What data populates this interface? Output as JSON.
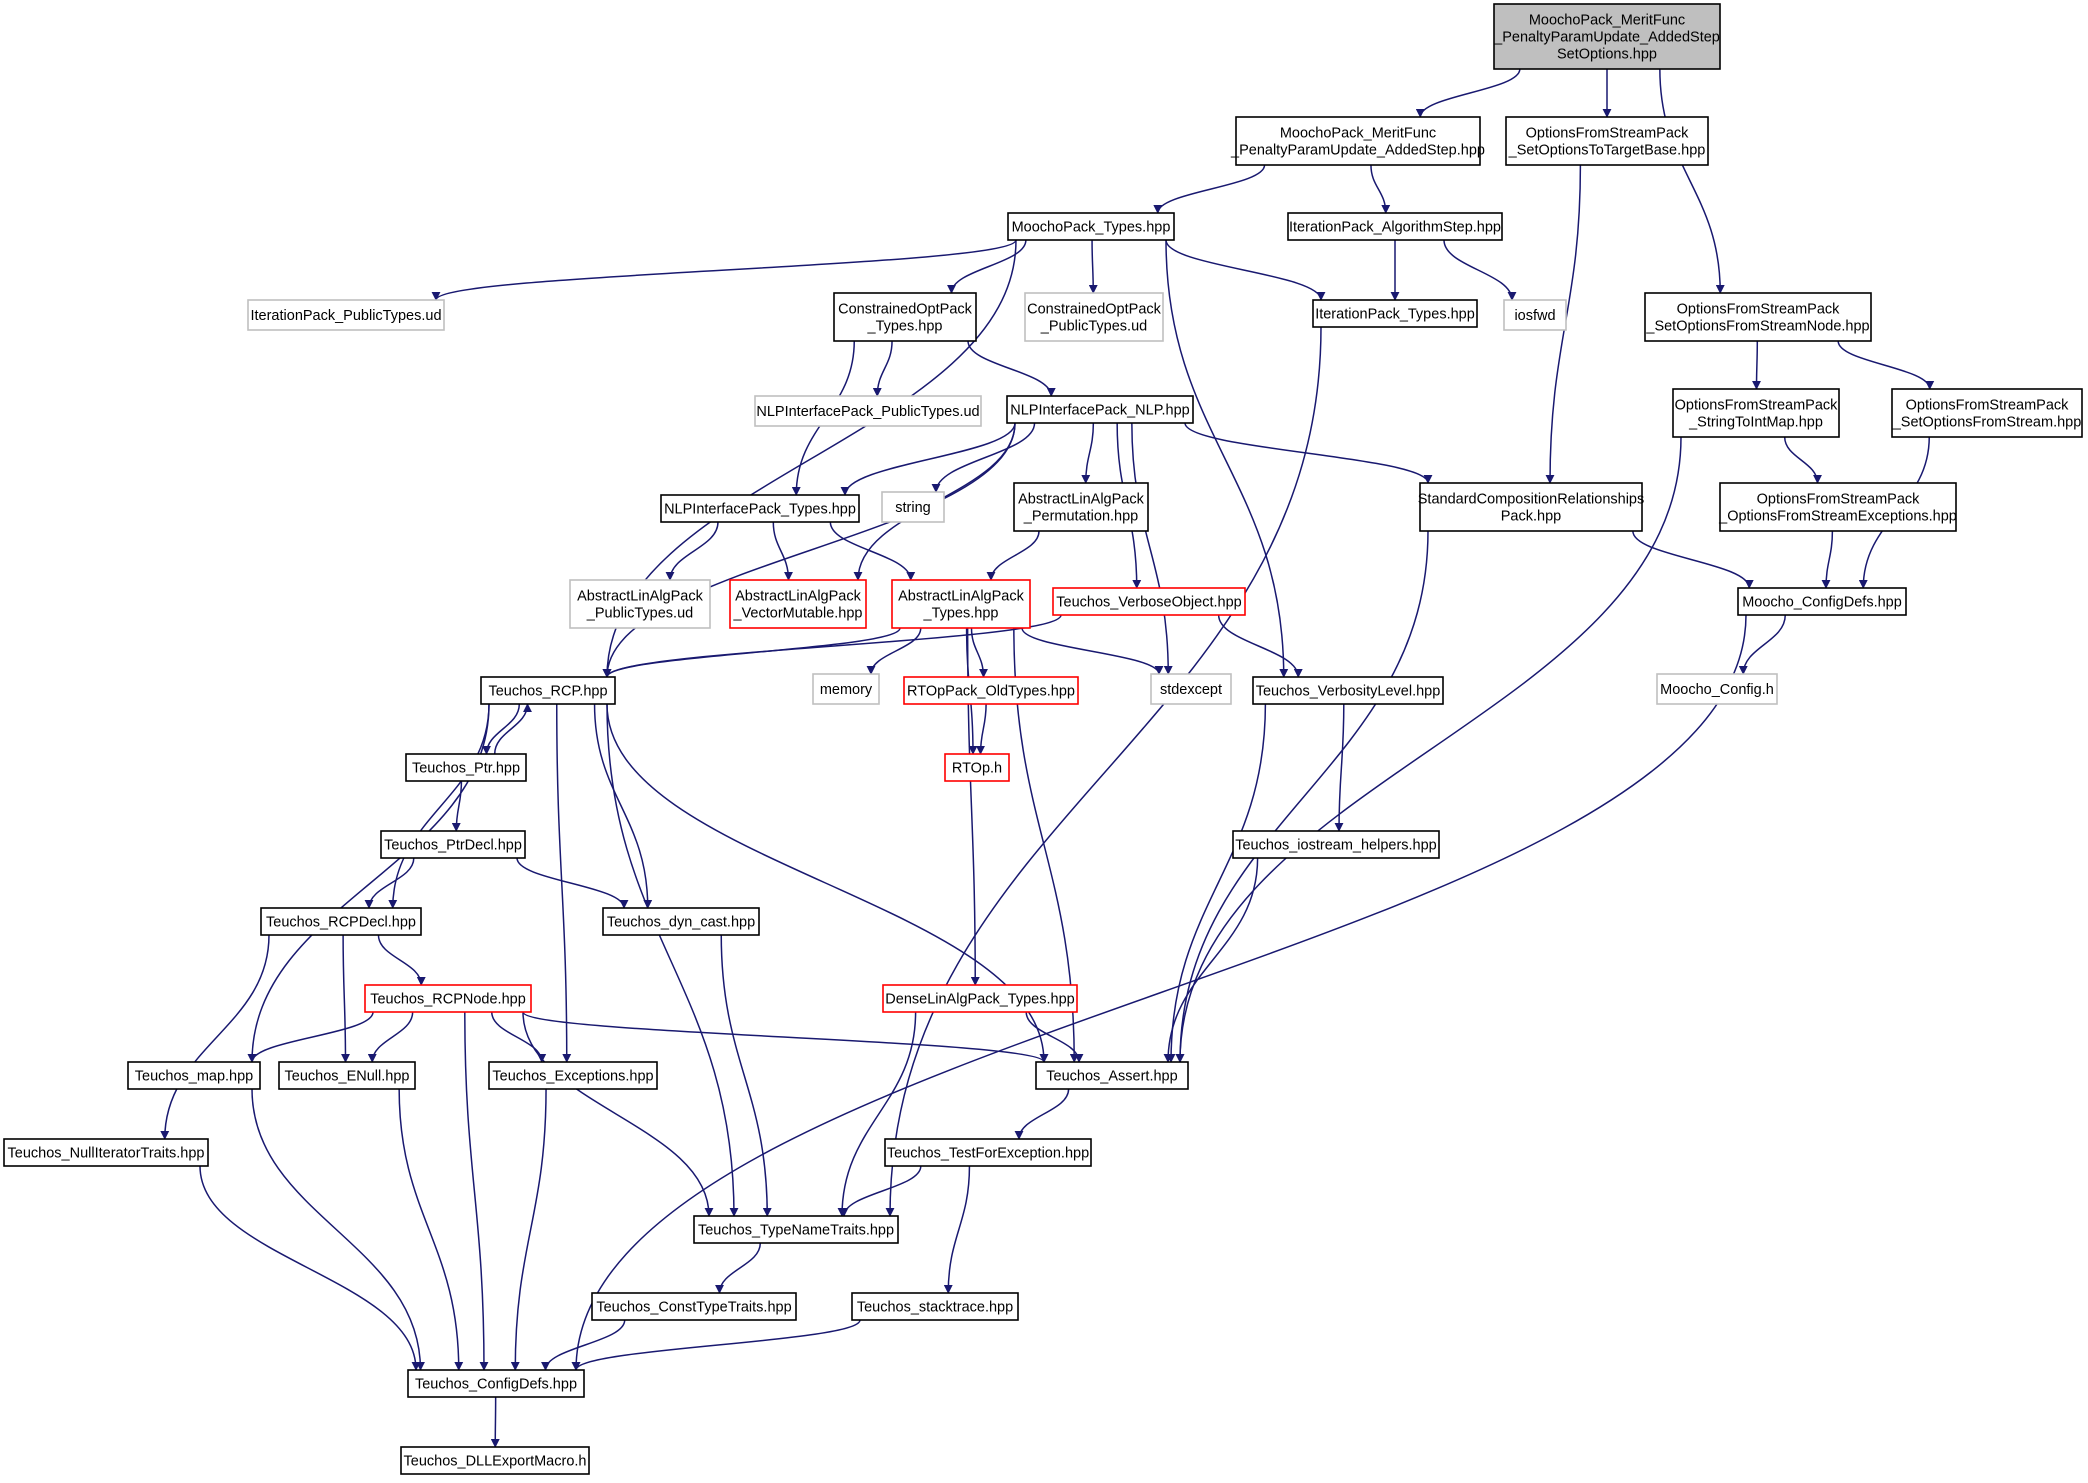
{
  "colors": {
    "edge": "#191970",
    "root_fill": "#bfbfbf",
    "truncated_border": "#ff0000",
    "external_border": "#bfbfbf"
  },
  "nodes": [
    {
      "id": "root",
      "lines": [
        "MoochoPack_MeritFunc",
        "_PenaltyParamUpdate_AddedStep",
        "SetOptions.hpp"
      ],
      "kind": "root"
    },
    {
      "id": "mfpp",
      "lines": [
        "MoochoPack_MeritFunc",
        "_PenaltyParamUpdate_AddedStep.hpp"
      ],
      "kind": "normal"
    },
    {
      "id": "ofstb",
      "lines": [
        "OptionsFromStreamPack",
        "_SetOptionsToTargetBase.hpp"
      ],
      "kind": "normal"
    },
    {
      "id": "ofsn",
      "lines": [
        "OptionsFromStreamPack",
        "_SetOptionsFromStreamNode.hpp"
      ],
      "kind": "normal"
    },
    {
      "id": "mtypes",
      "lines": [
        "MoochoPack_Types.hpp"
      ],
      "kind": "normal"
    },
    {
      "id": "ipas",
      "lines": [
        "IterationPack_AlgorithmStep.hpp"
      ],
      "kind": "normal"
    },
    {
      "id": "ippub",
      "lines": [
        "IterationPack_PublicTypes.ud"
      ],
      "kind": "ext"
    },
    {
      "id": "cotypes",
      "lines": [
        "ConstrainedOptPack",
        "_Types.hpp"
      ],
      "kind": "normal"
    },
    {
      "id": "copub",
      "lines": [
        "ConstrainedOptPack",
        "_PublicTypes.ud"
      ],
      "kind": "ext"
    },
    {
      "id": "iptypes",
      "lines": [
        "IterationPack_Types.hpp"
      ],
      "kind": "normal"
    },
    {
      "id": "iosfwd",
      "lines": [
        "iosfwd"
      ],
      "kind": "ext"
    },
    {
      "id": "nlppub",
      "lines": [
        "NLPInterfacePack_PublicTypes.ud"
      ],
      "kind": "ext"
    },
    {
      "id": "nlp",
      "lines": [
        "NLPInterfacePack_NLP.hpp"
      ],
      "kind": "normal"
    },
    {
      "id": "stim",
      "lines": [
        "OptionsFromStreamPack",
        "_StringToIntMap.hpp"
      ],
      "kind": "normal"
    },
    {
      "id": "sofs",
      "lines": [
        "OptionsFromStreamPack",
        "_SetOptionsFromStream.hpp"
      ],
      "kind": "normal"
    },
    {
      "id": "nlptypes",
      "lines": [
        "NLPInterfacePack_Types.hpp"
      ],
      "kind": "normal"
    },
    {
      "id": "string",
      "lines": [
        "string"
      ],
      "kind": "ext"
    },
    {
      "id": "alperm",
      "lines": [
        "AbstractLinAlgPack",
        "_Permutation.hpp"
      ],
      "kind": "normal"
    },
    {
      "id": "scr",
      "lines": [
        "StandardCompositionRelationships",
        "Pack.hpp"
      ],
      "kind": "normal"
    },
    {
      "id": "ofsex",
      "lines": [
        "OptionsFromStreamPack",
        "_OptionsFromStreamExceptions.hpp"
      ],
      "kind": "normal"
    },
    {
      "id": "alpub",
      "lines": [
        "AbstractLinAlgPack",
        "_PublicTypes.ud"
      ],
      "kind": "ext"
    },
    {
      "id": "alvm",
      "lines": [
        "AbstractLinAlgPack",
        "_VectorMutable.hpp"
      ],
      "kind": "trunc"
    },
    {
      "id": "altypes",
      "lines": [
        "AbstractLinAlgPack",
        "_Types.hpp"
      ],
      "kind": "trunc"
    },
    {
      "id": "vobj",
      "lines": [
        "Teuchos_VerboseObject.hpp"
      ],
      "kind": "trunc"
    },
    {
      "id": "mconf",
      "lines": [
        "Moocho_ConfigDefs.hpp"
      ],
      "kind": "normal"
    },
    {
      "id": "rcp",
      "lines": [
        "Teuchos_RCP.hpp"
      ],
      "kind": "normal"
    },
    {
      "id": "memory",
      "lines": [
        "memory"
      ],
      "kind": "ext"
    },
    {
      "id": "rtopold",
      "lines": [
        "RTOpPack_OldTypes.hpp"
      ],
      "kind": "trunc"
    },
    {
      "id": "stdexc",
      "lines": [
        "stdexcept"
      ],
      "kind": "ext"
    },
    {
      "id": "vlevel",
      "lines": [
        "Teuchos_VerbosityLevel.hpp"
      ],
      "kind": "normal"
    },
    {
      "id": "mconfh",
      "lines": [
        "Moocho_Config.h"
      ],
      "kind": "ext"
    },
    {
      "id": "ptr",
      "lines": [
        "Teuchos_Ptr.hpp"
      ],
      "kind": "normal"
    },
    {
      "id": "rtop",
      "lines": [
        "RTOp.h"
      ],
      "kind": "trunc"
    },
    {
      "id": "ptrdecl",
      "lines": [
        "Teuchos_PtrDecl.hpp"
      ],
      "kind": "normal"
    },
    {
      "id": "iohelp",
      "lines": [
        "Teuchos_iostream_helpers.hpp"
      ],
      "kind": "normal"
    },
    {
      "id": "rcpdecl",
      "lines": [
        "Teuchos_RCPDecl.hpp"
      ],
      "kind": "normal"
    },
    {
      "id": "dyncast",
      "lines": [
        "Teuchos_dyn_cast.hpp"
      ],
      "kind": "normal"
    },
    {
      "id": "rcpnode",
      "lines": [
        "Teuchos_RCPNode.hpp"
      ],
      "kind": "trunc"
    },
    {
      "id": "dltypes",
      "lines": [
        "DenseLinAlgPack_Types.hpp"
      ],
      "kind": "trunc"
    },
    {
      "id": "map",
      "lines": [
        "Teuchos_map.hpp"
      ],
      "kind": "normal"
    },
    {
      "id": "enull",
      "lines": [
        "Teuchos_ENull.hpp"
      ],
      "kind": "normal"
    },
    {
      "id": "exc",
      "lines": [
        "Teuchos_Exceptions.hpp"
      ],
      "kind": "normal"
    },
    {
      "id": "assert",
      "lines": [
        "Teuchos_Assert.hpp"
      ],
      "kind": "normal"
    },
    {
      "id": "nulliter",
      "lines": [
        "Teuchos_NullIteratorTraits.hpp"
      ],
      "kind": "normal"
    },
    {
      "id": "tfe",
      "lines": [
        "Teuchos_TestForException.hpp"
      ],
      "kind": "normal"
    },
    {
      "id": "tnt",
      "lines": [
        "Teuchos_TypeNameTraits.hpp"
      ],
      "kind": "normal"
    },
    {
      "id": "ctt",
      "lines": [
        "Teuchos_ConstTypeTraits.hpp"
      ],
      "kind": "normal"
    },
    {
      "id": "stack",
      "lines": [
        "Teuchos_stacktrace.hpp"
      ],
      "kind": "normal"
    },
    {
      "id": "tconf",
      "lines": [
        "Teuchos_ConfigDefs.hpp"
      ],
      "kind": "normal"
    },
    {
      "id": "dll",
      "lines": [
        "Teuchos_DLLExportMacro.h"
      ],
      "kind": "normal"
    }
  ],
  "edges": [
    {
      "from": "root",
      "to": "mfpp"
    },
    {
      "from": "root",
      "to": "ofstb"
    },
    {
      "from": "root",
      "to": "ofsn"
    },
    {
      "from": "mfpp",
      "to": "mtypes"
    },
    {
      "from": "mfpp",
      "to": "ipas"
    },
    {
      "from": "ofstb",
      "to": "scr"
    },
    {
      "from": "ofsn",
      "to": "stim"
    },
    {
      "from": "ofsn",
      "to": "sofs"
    },
    {
      "from": "mtypes",
      "to": "ippub"
    },
    {
      "from": "mtypes",
      "to": "cotypes"
    },
    {
      "from": "mtypes",
      "to": "copub"
    },
    {
      "from": "mtypes",
      "to": "iptypes"
    },
    {
      "from": "mtypes",
      "to": "rcp"
    },
    {
      "from": "mtypes",
      "to": "vlevel"
    },
    {
      "from": "ipas",
      "to": "iptypes"
    },
    {
      "from": "ipas",
      "to": "iosfwd"
    },
    {
      "from": "iptypes",
      "to": "tnt"
    },
    {
      "from": "cotypes",
      "to": "nlppub"
    },
    {
      "from": "cotypes",
      "to": "nlp"
    },
    {
      "from": "cotypes",
      "to": "nlptypes"
    },
    {
      "from": "nlp",
      "to": "nlptypes"
    },
    {
      "from": "nlp",
      "to": "string"
    },
    {
      "from": "nlp",
      "to": "alperm"
    },
    {
      "from": "nlp",
      "to": "scr"
    },
    {
      "from": "nlp",
      "to": "alvm"
    },
    {
      "from": "nlp",
      "to": "vobj"
    },
    {
      "from": "nlp",
      "to": "stdexc"
    },
    {
      "from": "nlp",
      "to": "rcp"
    },
    {
      "from": "stim",
      "to": "ofsex"
    },
    {
      "from": "stim",
      "to": "assert"
    },
    {
      "from": "sofs",
      "to": "mconf"
    },
    {
      "from": "ofsex",
      "to": "mconf"
    },
    {
      "from": "scr",
      "to": "mconf"
    },
    {
      "from": "scr",
      "to": "assert"
    },
    {
      "from": "nlptypes",
      "to": "alpub"
    },
    {
      "from": "nlptypes",
      "to": "alvm"
    },
    {
      "from": "nlptypes",
      "to": "altypes"
    },
    {
      "from": "alperm",
      "to": "altypes"
    },
    {
      "from": "altypes",
      "to": "rcp"
    },
    {
      "from": "altypes",
      "to": "memory"
    },
    {
      "from": "altypes",
      "to": "rtopold"
    },
    {
      "from": "altypes",
      "to": "stdexc"
    },
    {
      "from": "altypes",
      "to": "rtop"
    },
    {
      "from": "altypes",
      "to": "dltypes"
    },
    {
      "from": "altypes",
      "to": "assert"
    },
    {
      "from": "vobj",
      "to": "rcp"
    },
    {
      "from": "vobj",
      "to": "vlevel"
    },
    {
      "from": "mconf",
      "to": "mconfh"
    },
    {
      "from": "mconf",
      "to": "tconf"
    },
    {
      "from": "rtopold",
      "to": "rtop"
    },
    {
      "from": "vlevel",
      "to": "iohelp"
    },
    {
      "from": "vlevel",
      "to": "assert"
    },
    {
      "from": "rcp",
      "to": "ptr"
    },
    {
      "from": "ptr",
      "to": "rcp"
    },
    {
      "from": "ptr",
      "to": "ptrdecl"
    },
    {
      "from": "rcp",
      "to": "rcpdecl"
    },
    {
      "from": "rcp",
      "to": "dyncast"
    },
    {
      "from": "rcp",
      "to": "map"
    },
    {
      "from": "rcp",
      "to": "exc"
    },
    {
      "from": "rcp",
      "to": "tnt"
    },
    {
      "from": "rcp",
      "to": "assert"
    },
    {
      "from": "ptrdecl",
      "to": "rcpdecl"
    },
    {
      "from": "ptrdecl",
      "to": "dyncast"
    },
    {
      "from": "iohelp",
      "to": "assert"
    },
    {
      "from": "rcpdecl",
      "to": "rcpnode"
    },
    {
      "from": "rcpdecl",
      "to": "enull"
    },
    {
      "from": "rcpdecl",
      "to": "nulliter"
    },
    {
      "from": "dyncast",
      "to": "tnt"
    },
    {
      "from": "rcpnode",
      "to": "map"
    },
    {
      "from": "rcpnode",
      "to": "enull"
    },
    {
      "from": "rcpnode",
      "to": "exc"
    },
    {
      "from": "rcpnode",
      "to": "tnt"
    },
    {
      "from": "rcpnode",
      "to": "assert"
    },
    {
      "from": "rcpnode",
      "to": "tconf"
    },
    {
      "from": "dltypes",
      "to": "assert"
    },
    {
      "from": "dltypes",
      "to": "tnt"
    },
    {
      "from": "assert",
      "to": "tfe"
    },
    {
      "from": "tfe",
      "to": "tnt"
    },
    {
      "from": "tfe",
      "to": "stack"
    },
    {
      "from": "tnt",
      "to": "ctt"
    },
    {
      "from": "map",
      "to": "tconf"
    },
    {
      "from": "enull",
      "to": "tconf"
    },
    {
      "from": "exc",
      "to": "tconf"
    },
    {
      "from": "nulliter",
      "to": "tconf"
    },
    {
      "from": "ctt",
      "to": "tconf"
    },
    {
      "from": "stack",
      "to": "tconf"
    },
    {
      "from": "tconf",
      "to": "dll"
    }
  ]
}
